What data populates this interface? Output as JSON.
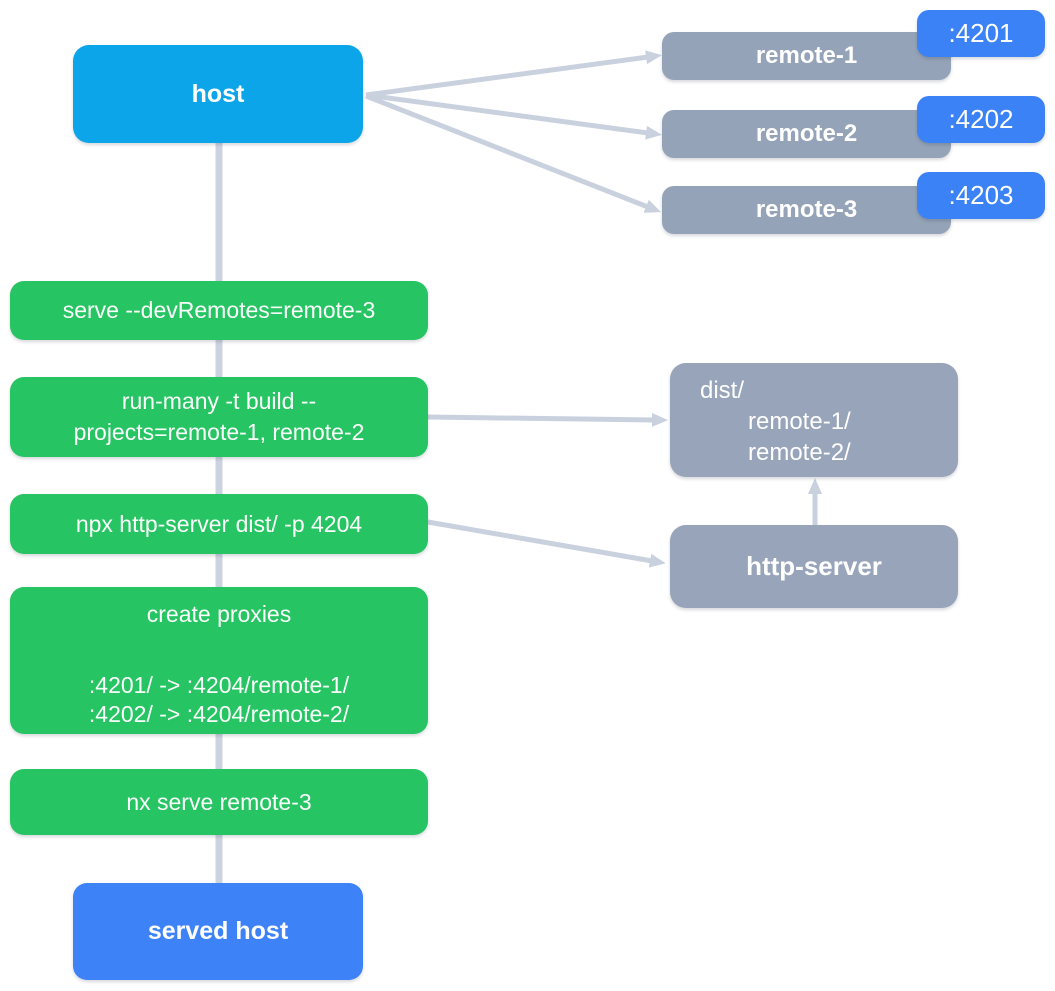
{
  "diagram": {
    "host": {
      "label": "host"
    },
    "remotes": [
      {
        "label": "remote-1",
        "port": ":4201"
      },
      {
        "label": "remote-2",
        "port": ":4202"
      },
      {
        "label": "remote-3",
        "port": ":4203"
      }
    ],
    "steps": {
      "serve": {
        "label": "serve --devRemotes=remote-3"
      },
      "run_many": {
        "line1": "run-many -t build --",
        "line2": "projects=remote-1, remote-2"
      },
      "http_cmd": {
        "label": "npx http-server dist/ -p 4204"
      },
      "create_proxies": {
        "title": "create proxies",
        "line1": ":4201/ -> :4204/remote-1/",
        "line2": ":4202/ -> :4204/remote-2/"
      },
      "nx_serve": {
        "label": "nx serve remote-3"
      }
    },
    "dist": {
      "line1": "dist/",
      "line2": "remote-1/",
      "line3": "remote-2/"
    },
    "http_server": {
      "label": "http-server"
    },
    "served_host": {
      "label": "served host"
    },
    "colors": {
      "host_fill": "#0ca5e9",
      "remote_fill": "#95a3b8",
      "port_badge_fill": "#3b82f6",
      "step_fill": "#26c463",
      "served_host_fill": "#3d82f6",
      "folder_fill": "#98a4ba",
      "connector": "#c9d1df",
      "text": "#ffffff",
      "background": "#ffffff"
    }
  }
}
